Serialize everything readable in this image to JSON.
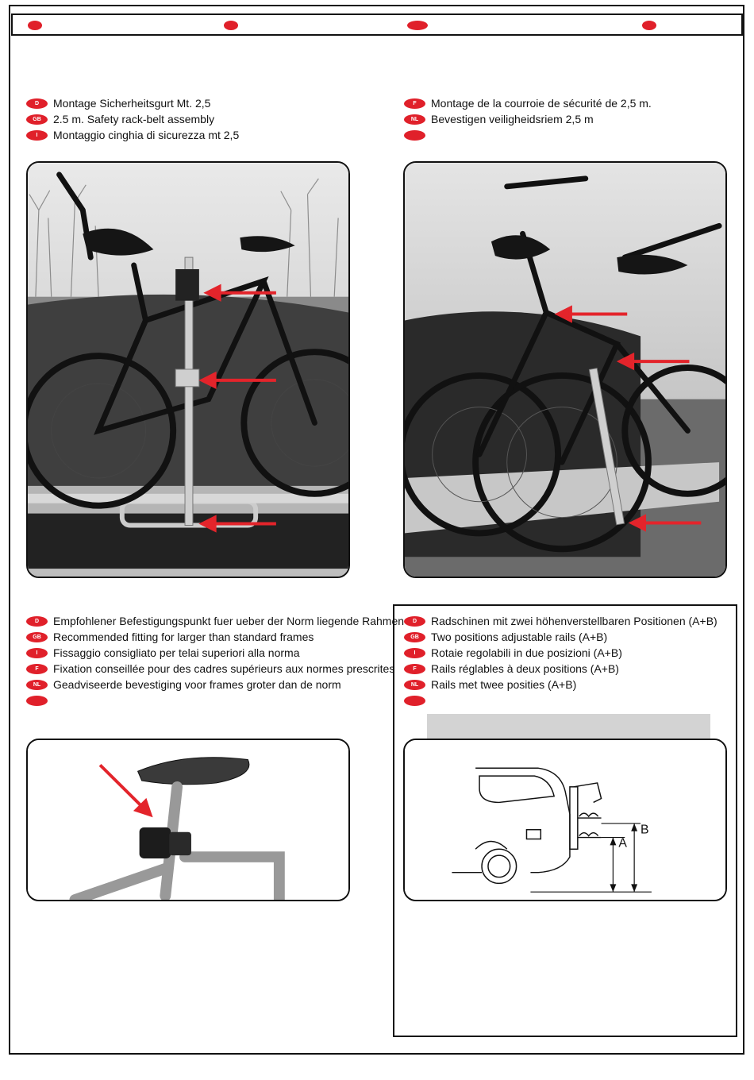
{
  "header": {
    "dots": [
      "",
      "",
      "",
      ""
    ]
  },
  "section1": {
    "left": [
      {
        "code": "D",
        "text": "Montage Sicherheitsgurt Mt. 2,5"
      },
      {
        "code": "GB",
        "text": "2.5 m. Safety rack-belt assembly"
      },
      {
        "code": "I",
        "text": "Montaggio cinghia di sicurezza mt 2,5"
      }
    ],
    "right": [
      {
        "code": "F",
        "text": "Montage de la courroie de sécurité de 2,5 m."
      },
      {
        "code": "NL",
        "text": "Bevestigen veiligheidsriem 2,5 m"
      },
      {
        "code": "",
        "text": ""
      }
    ]
  },
  "section2": {
    "left": [
      {
        "code": "D",
        "text": "Empfohlener Befestigungspunkt fuer ueber der Norm liegende Rahmen"
      },
      {
        "code": "GB",
        "text": "Recommended fitting for larger than standard frames"
      },
      {
        "code": "I",
        "text": "Fissaggio consigliato per telai superiori alla norma"
      },
      {
        "code": "F",
        "text": "Fixation conseillée pour des cadres supérieurs aux normes prescrites"
      },
      {
        "code": "NL",
        "text": "Geadviseerde bevestiging voor frames groter dan de norm"
      },
      {
        "code": "",
        "text": ""
      }
    ],
    "right": [
      {
        "code": "D",
        "text": "Radschinen mit zwei höhenverstellbaren Positionen (A+B)"
      },
      {
        "code": "GB",
        "text": "Two positions adjustable rails (A+B)"
      },
      {
        "code": "I",
        "text": "Rotaie regolabili in due posizioni (A+B)"
      },
      {
        "code": "F",
        "text": "Rails réglables à deux positions (A+B)"
      },
      {
        "code": "NL",
        "text": "Rails met twee posities (A+B)"
      },
      {
        "code": "",
        "text": ""
      }
    ]
  },
  "diagram": {
    "label_a": "A",
    "label_b": "B"
  },
  "colors": {
    "accent": "#e0202a",
    "arrow": "#e3242b",
    "panel_grey": "#d3d3d3"
  }
}
